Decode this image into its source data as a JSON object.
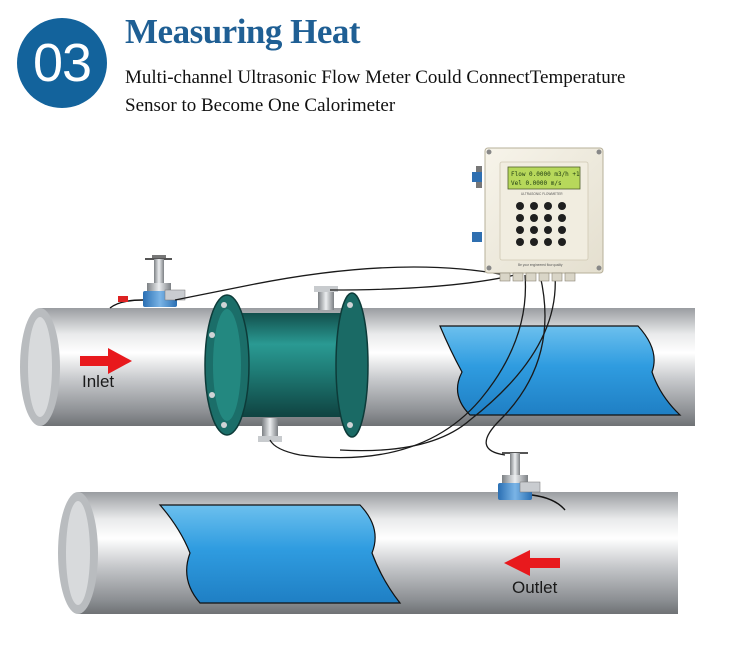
{
  "header": {
    "number": "03",
    "title": "Measuring Heat",
    "subtitle_line1": "Multi-channel Ultrasonic Flow Meter Could ConnectTemperature",
    "subtitle_line2": "Sensor to Become One Calorimeter"
  },
  "labels": {
    "inlet": "Inlet",
    "outlet": "Outlet"
  },
  "meter": {
    "display_line1": "Flow 0.0000 m3/h +1",
    "display_line2": "Vel  0.0000 m/s",
    "brand_text": "ULTRASONIC FLOWMETER",
    "footer_text": "Be your engineered flow quality"
  },
  "colors": {
    "accent_blue": "#13639c",
    "title_blue": "#1f5f94",
    "water_blue": "#3aa3e0",
    "flow_arrow_red": "#e8191d",
    "spool_green": "#1e7c78",
    "lcd_green": "#b7d85b"
  }
}
